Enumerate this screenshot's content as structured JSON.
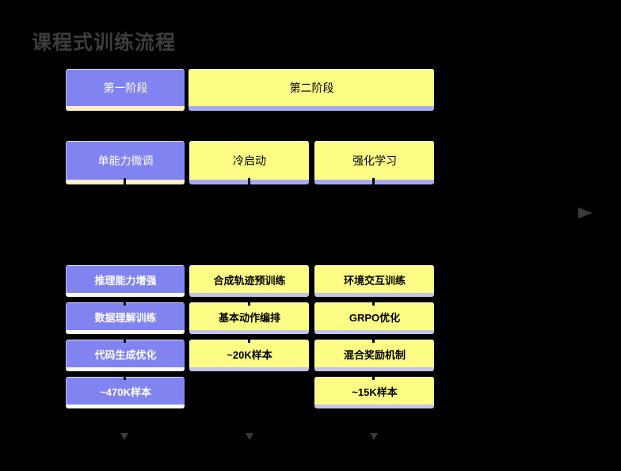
{
  "title": "课程式训练流程",
  "colors": {
    "background": "#000000",
    "title_text": "#3d3d3d",
    "purple_fill": "#8184f0",
    "yellow_fill": "#fdfd85",
    "purple_box_accent_strip": "#ffefc6",
    "yellow_box_accent_strip": "#a6aaf2",
    "purple_box_accent_strip_lower": "#fafaec",
    "yellow_box_accent_strip_lower": "#c2c4ea",
    "purple_box_text": "#ffffff",
    "yellow_box_text": "#000000",
    "arrow_gray": "#3a3a3a"
  },
  "stage_header": {
    "stage1": "第一阶段",
    "stage2": "第二阶段"
  },
  "phase_row": {
    "col1": "单能力微调",
    "col2": "冷启动",
    "col3": "强化学习"
  },
  "detail_grid": {
    "col1": {
      "r1": "推理能力增强",
      "r2": "数据理解训练",
      "r3": "代码生成优化",
      "r4": "~470K样本"
    },
    "col2": {
      "r1": "合成轨迹预训练",
      "r2": "基本动作编排",
      "r3": "~20K样本"
    },
    "col3": {
      "r1": "环境交互训练",
      "r2": "GRPO优化",
      "r3": "混合奖励机制",
      "r4": "~15K样本"
    }
  },
  "icons": {
    "timeline_arrow": "right-arrowhead",
    "flow_arrow": "down-arrowhead"
  }
}
